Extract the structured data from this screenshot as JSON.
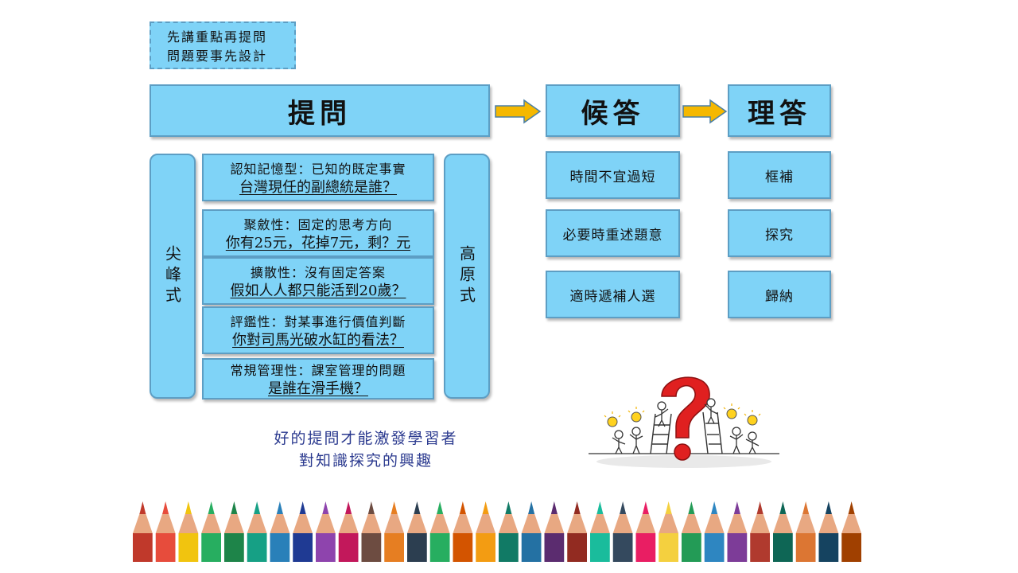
{
  "note": {
    "line1": "先講重點再提問",
    "line2": "問題要事先設計"
  },
  "stages": {
    "ask": "提問",
    "wait": "候答",
    "handle": "理答"
  },
  "left_vertical": "尖峰式",
  "right_vertical": "高原式",
  "question_types": [
    {
      "title": "認知記憶型：已知的既定事實",
      "example": "台灣現任的副總統是誰？"
    },
    {
      "title": "聚斂性：固定的思考方向",
      "example": "你有25元，花掉7元，剩？元"
    },
    {
      "title": "擴散性：沒有固定答案",
      "example": "假如人人都只能活到20歲？"
    },
    {
      "title": "評鑑性：對某事進行價值判斷",
      "example": "你對司馬光破水缸的看法？"
    },
    {
      "title": "常規管理性：課室管理的問題",
      "example": "是誰在滑手機？"
    }
  ],
  "wait_items": [
    "時間不宜過短",
    "必要時重述題意",
    "適時遞補人選"
  ],
  "handle_items": [
    "框補",
    "探究",
    "歸納"
  ],
  "message": {
    "line1": "好的提問才能激發學習者",
    "line2": "對知識探究的興趣"
  },
  "colors": {
    "box": "#7fd3f7",
    "border": "#5d9ec4",
    "arrow": "#f5b800",
    "message": "#2b3a8f"
  },
  "pencil_colors": [
    "#c0392b",
    "#e74c3c",
    "#f1c40f",
    "#27ae60",
    "#1e8449",
    "#16a085",
    "#2980b9",
    "#1f3a93",
    "#8e44ad",
    "#c2185b",
    "#6d4c41",
    "#e67e22",
    "#2c3e50",
    "#27ae60",
    "#d35400",
    "#f39c12",
    "#117a65",
    "#2471a3",
    "#5b2c6f",
    "#922b21",
    "#1abc9c",
    "#34495e",
    "#e91e63",
    "#f4d03f",
    "#239b56",
    "#2e86c1",
    "#7d3c98",
    "#b03a2e",
    "#0e6655",
    "#dc7633",
    "#154360",
    "#a04000"
  ]
}
